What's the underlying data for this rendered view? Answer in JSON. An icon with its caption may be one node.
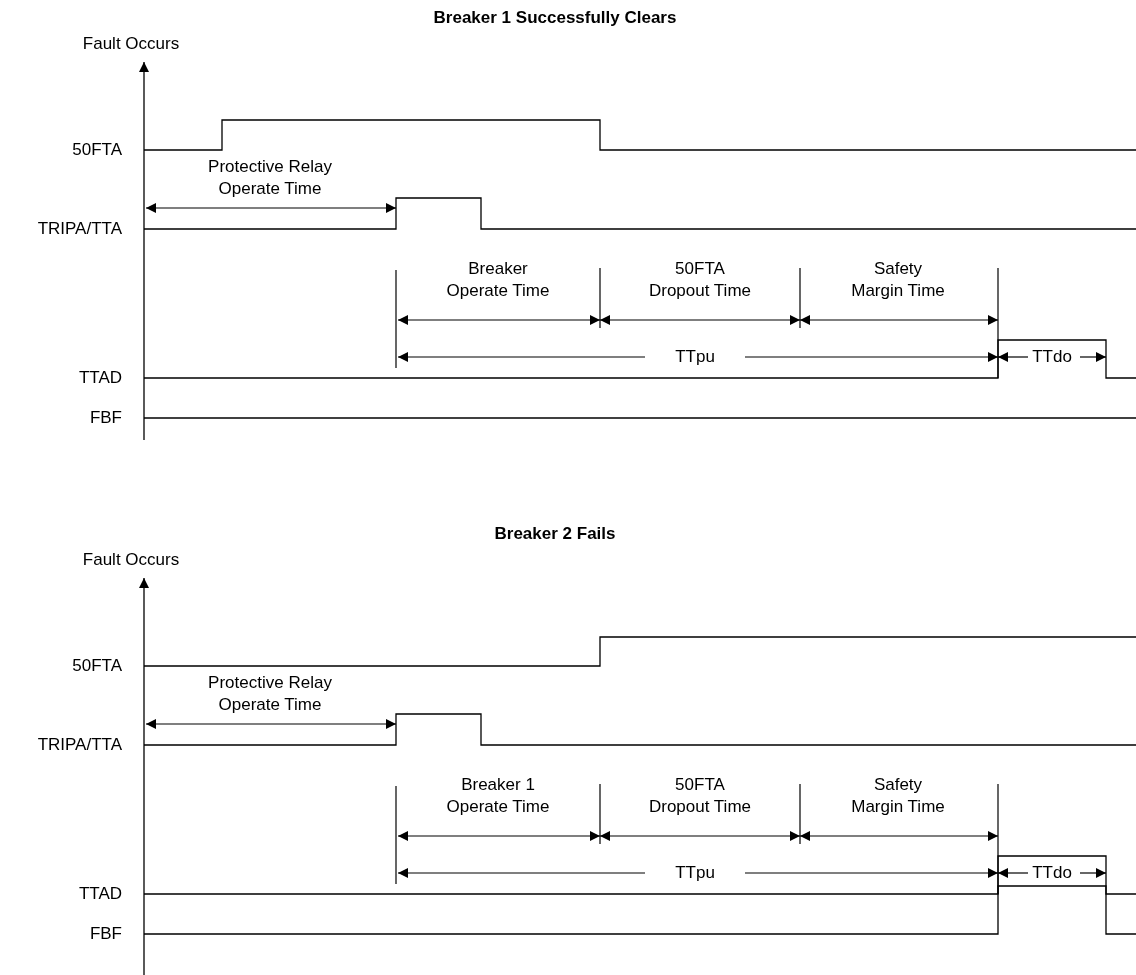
{
  "diagram": {
    "labels": [
      "Breaker 1 Successfully Clears",
      "Fault Occurs",
      "50FTA",
      "Protective Relay Operate Time",
      "TRIPA/TTA",
      "Breaker Operate Time",
      "50FTA Dropout Time",
      "Safety Margin Time",
      "TTpu",
      "TTdo",
      "TTAD",
      "FBF",
      "Breaker 2 Fails",
      "Fault Occurs",
      "50FTA",
      "Protective Relay Operate Time",
      "TRIPA/TTA",
      "Breaker 1 Operate Time",
      "50FTA Dropout Time",
      "Safety Margin Time",
      "TTpu",
      "TTdo",
      "TTAD",
      "FBF"
    ]
  }
}
